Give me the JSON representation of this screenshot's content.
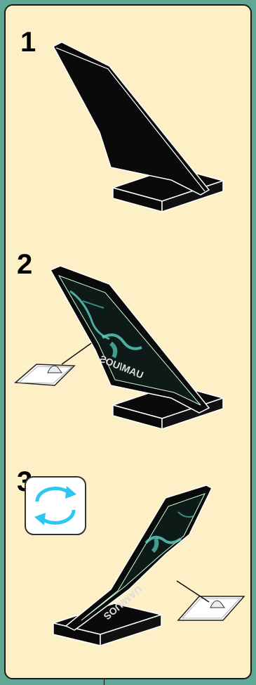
{
  "steps": [
    {
      "number": "1"
    },
    {
      "number": "2"
    },
    {
      "number": "3"
    }
  ],
  "decal_text": "UAM/UOS",
  "icons": {
    "rotate": "rotate-arrows-icon"
  },
  "colors": {
    "background": "#5fa896",
    "panel": "#fdf0c6",
    "tail": "#0a0a0a",
    "decal_accent": "#5bd3c3",
    "rotate_arrows": "#2ec7f0"
  }
}
